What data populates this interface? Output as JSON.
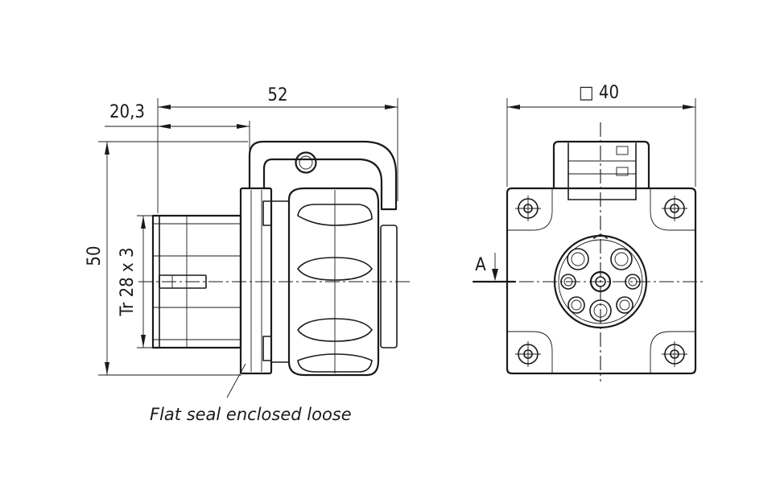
{
  "dimensions": {
    "overall_length": "52",
    "front_offset": "20,3",
    "height": "50",
    "thread": "Tr 28 x 3",
    "flange_square": "□ 40",
    "section_marker": "A"
  },
  "callout": {
    "flat_seal": "Flat seal enclosed loose"
  },
  "colors": {
    "line": "#1a1a1a",
    "background": "#ffffff"
  }
}
